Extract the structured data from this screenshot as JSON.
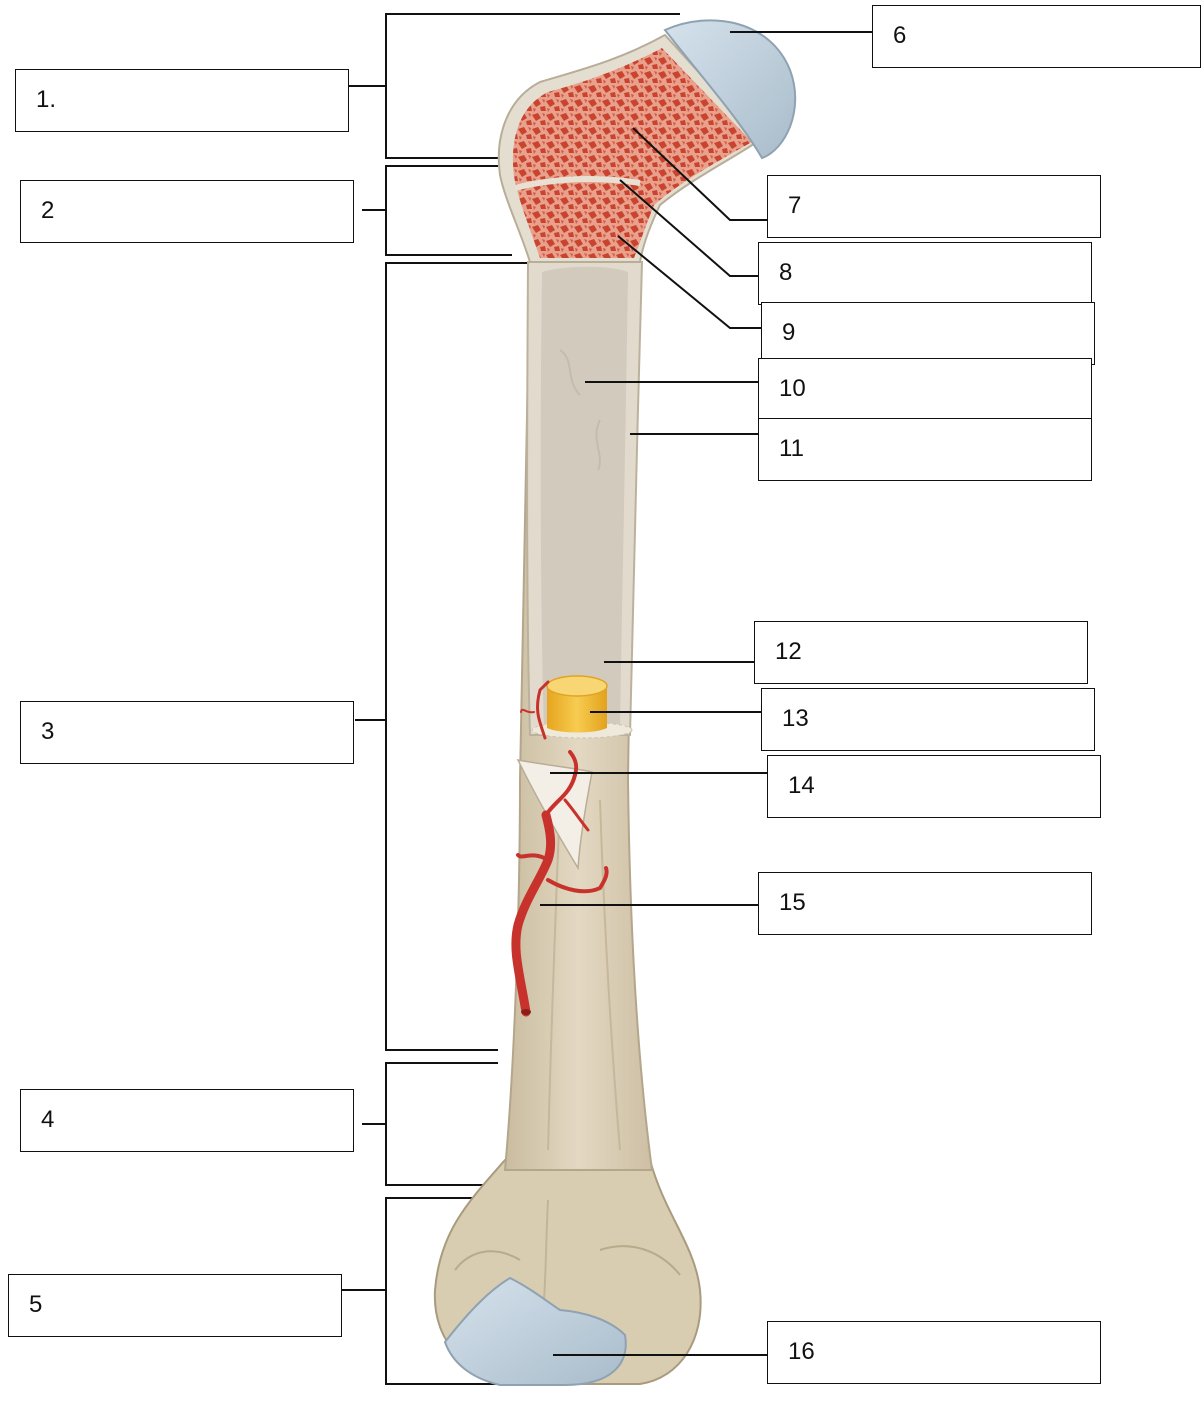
{
  "labels": [
    {
      "id": "1",
      "text": "1."
    },
    {
      "id": "2",
      "text": "2"
    },
    {
      "id": "3",
      "text": "3"
    },
    {
      "id": "4",
      "text": "4"
    },
    {
      "id": "5",
      "text": "5"
    },
    {
      "id": "6",
      "text": "6"
    },
    {
      "id": "7",
      "text": "7"
    },
    {
      "id": "8",
      "text": "8"
    },
    {
      "id": "9",
      "text": "9"
    },
    {
      "id": "10",
      "text": "10"
    },
    {
      "id": "11",
      "text": "11"
    },
    {
      "id": "12",
      "text": "12"
    },
    {
      "id": "13",
      "text": "13"
    },
    {
      "id": "14",
      "text": "14"
    },
    {
      "id": "15",
      "text": "15"
    },
    {
      "id": "16",
      "text": "16"
    }
  ],
  "colors": {
    "articular_cartilage": "#b7c9d6",
    "spongy_bone": "#d4513a",
    "bone_shaft": "#d8cdb6",
    "medullary_cavity": "#cfc8ba",
    "yellow_marrow": "#f2b834",
    "artery": "#c8322c",
    "outline": "#111111"
  }
}
